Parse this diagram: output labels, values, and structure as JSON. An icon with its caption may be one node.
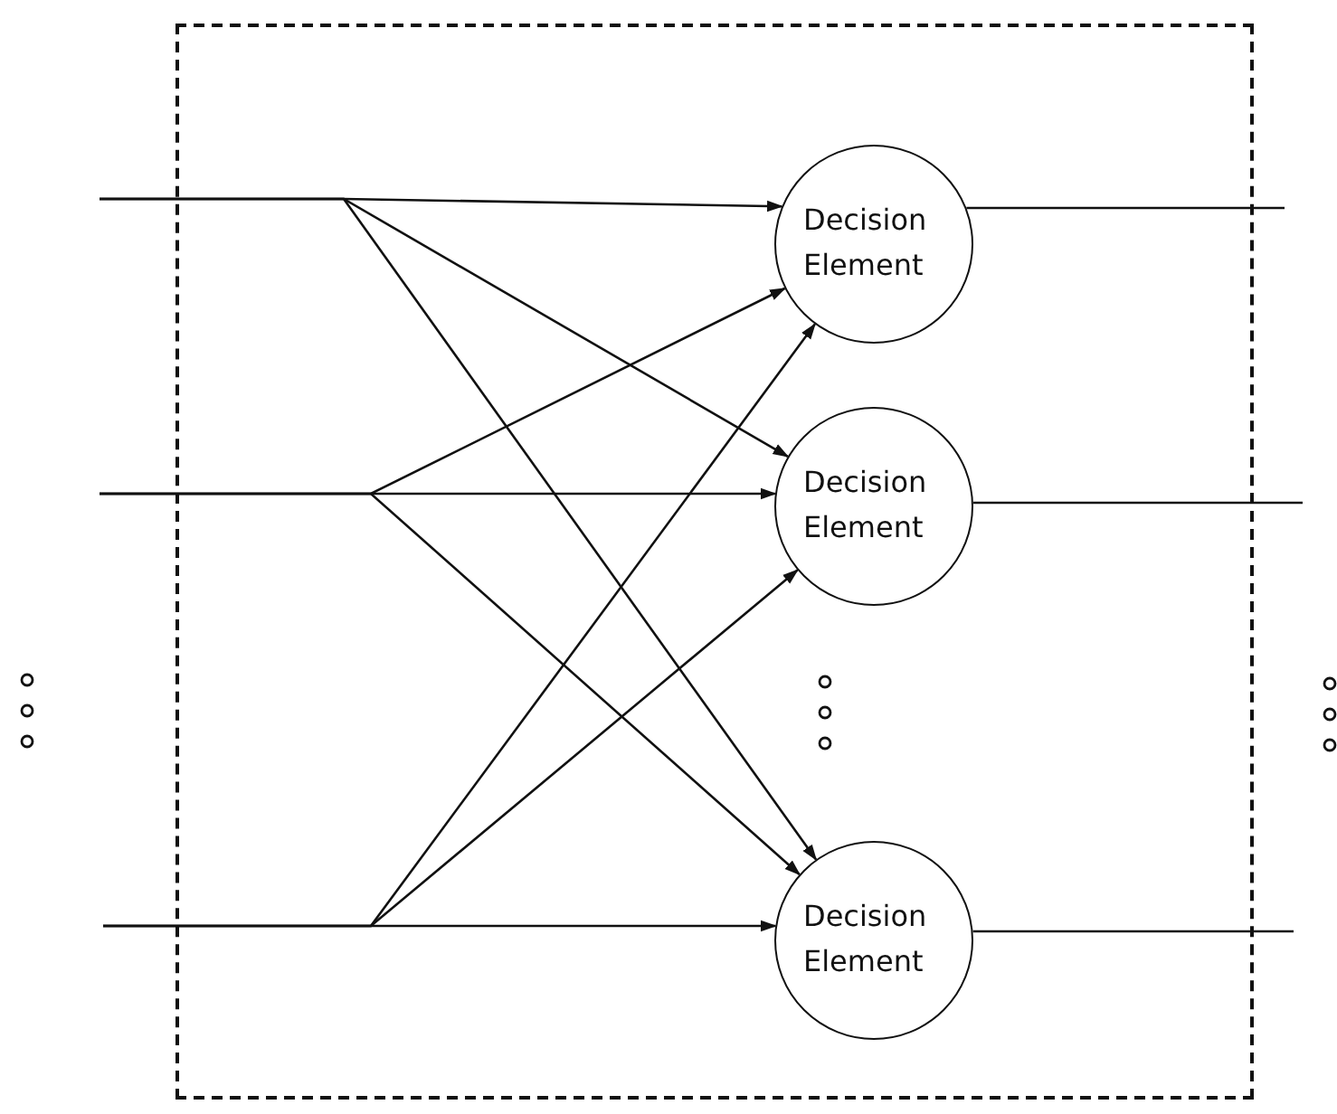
{
  "diagram": {
    "nodes": [
      {
        "text": [],
        "shape": "box"
      },
      {
        "text": [
          "Decision Element"
        ],
        "in": 0
      },
      {
        "text": [
          "Decision Element"
        ],
        "in": 0
      },
      {
        "text": [
          "Decision Element"
        ],
        "in": 0
      }
    ],
    "edges": [
      {
        "from": null,
        "to": 1,
        "arrow": "to"
      },
      {
        "from": null,
        "to": 2,
        "arrow": "to"
      },
      {
        "from": null,
        "to": 3,
        "arrow": "to"
      },
      {
        "from": null,
        "to": 1,
        "arrow": "to"
      },
      {
        "from": null,
        "to": 2,
        "arrow": "to"
      },
      {
        "from": null,
        "to": 3,
        "arrow": "to"
      },
      {
        "from": null,
        "to": 1,
        "arrow": "to"
      },
      {
        "from": null,
        "to": 2,
        "arrow": "to"
      },
      {
        "from": null,
        "to": 3,
        "arrow": "to"
      },
      {
        "from": 1,
        "to": null,
        "arrow": "none"
      },
      {
        "from": 2,
        "to": null,
        "arrow": "none"
      },
      {
        "from": 3,
        "to": null,
        "arrow": "none"
      }
    ]
  }
}
